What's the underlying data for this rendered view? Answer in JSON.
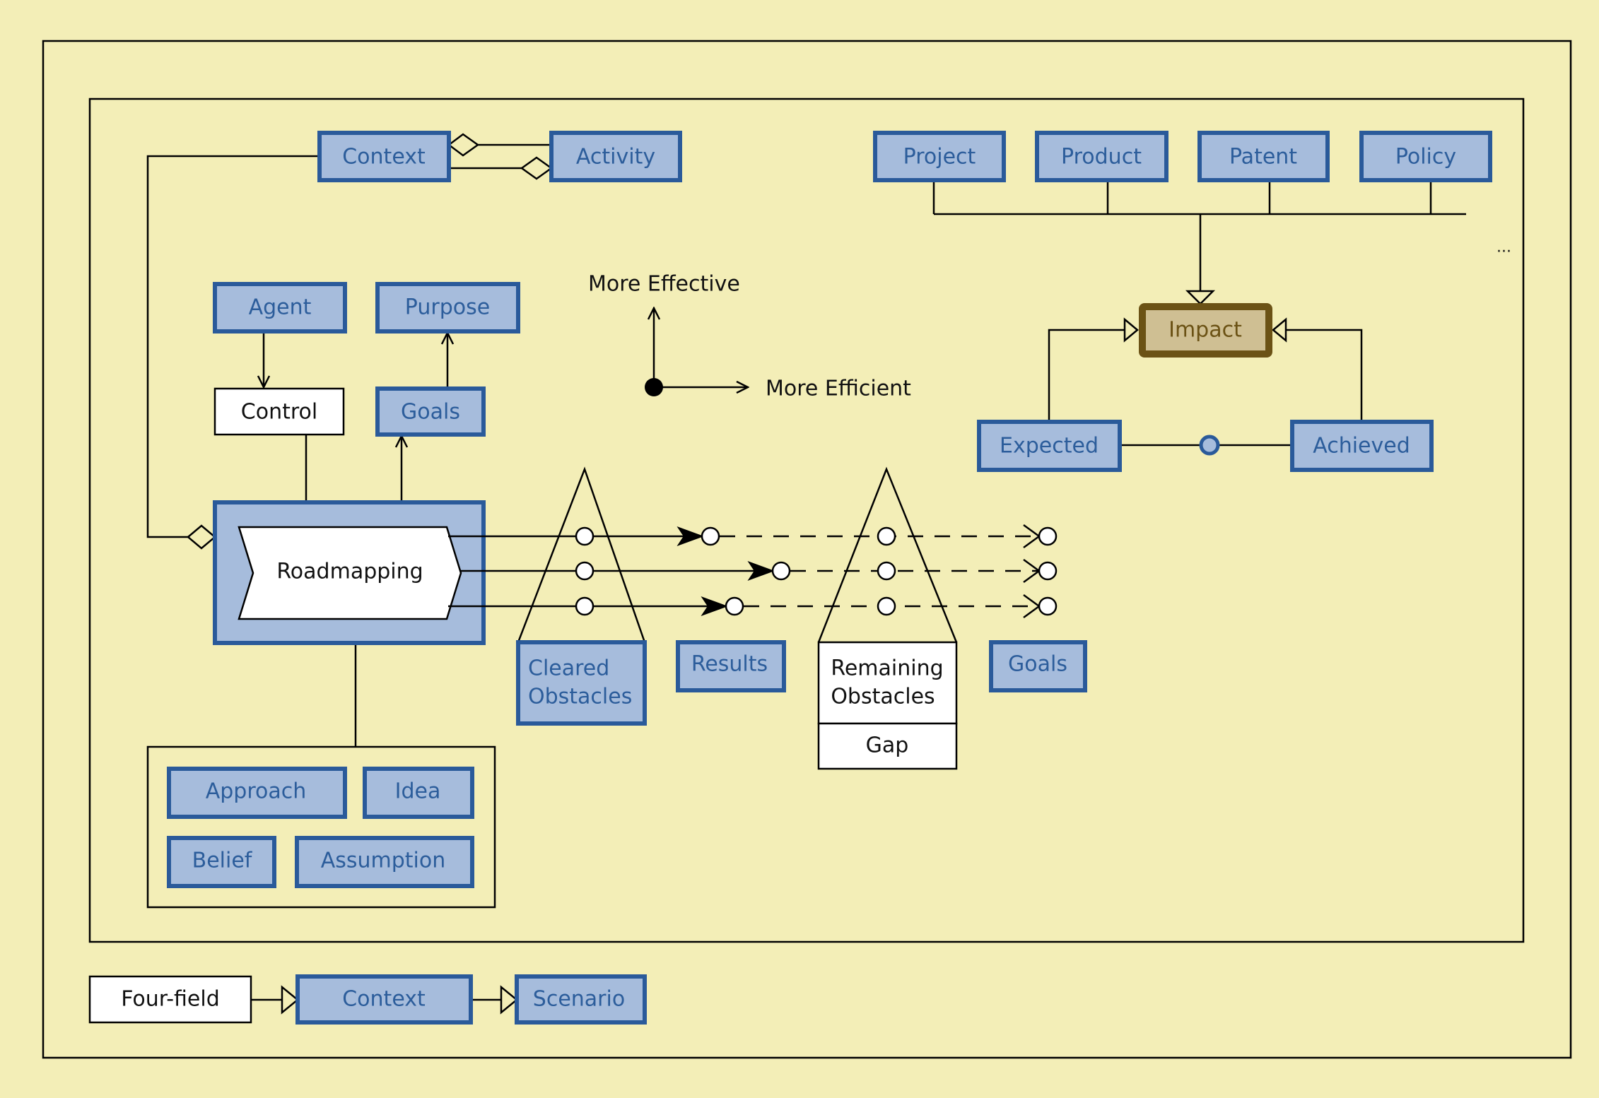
{
  "diagram": {
    "nodes": {
      "context_top": "Context",
      "activity": "Activity",
      "project": "Project",
      "product": "Product",
      "patent": "Patent",
      "policy": "Policy",
      "impact": "Impact",
      "expected": "Expected",
      "achieved": "Achieved",
      "ellipsis": "...",
      "agent": "Agent",
      "purpose": "Purpose",
      "control": "Control",
      "goals_left": "Goals",
      "roadmapping": "Roadmapping",
      "more_effective": "More Effective",
      "more_efficient": "More Efficient",
      "cleared_obstacles_line1": "Cleared",
      "cleared_obstacles_line2": "Obstacles",
      "results": "Results",
      "remaining_obstacles_line1": "Remaining",
      "remaining_obstacles_line2": "Obstacles",
      "gap": "Gap",
      "goals_right": "Goals",
      "approach": "Approach",
      "idea": "Idea",
      "belief": "Belief",
      "assumption": "Assumption",
      "four_field": "Four-field",
      "context_bottom": "Context",
      "scenario": "Scenario"
    },
    "colors": {
      "background": "#f3eeb7",
      "concept_fill": "#a6bcdc",
      "concept_border": "#2a5a9a",
      "concept_text": "#2c5d9b",
      "impact_fill": "#cfbf93",
      "impact_border": "#6b5215"
    }
  }
}
